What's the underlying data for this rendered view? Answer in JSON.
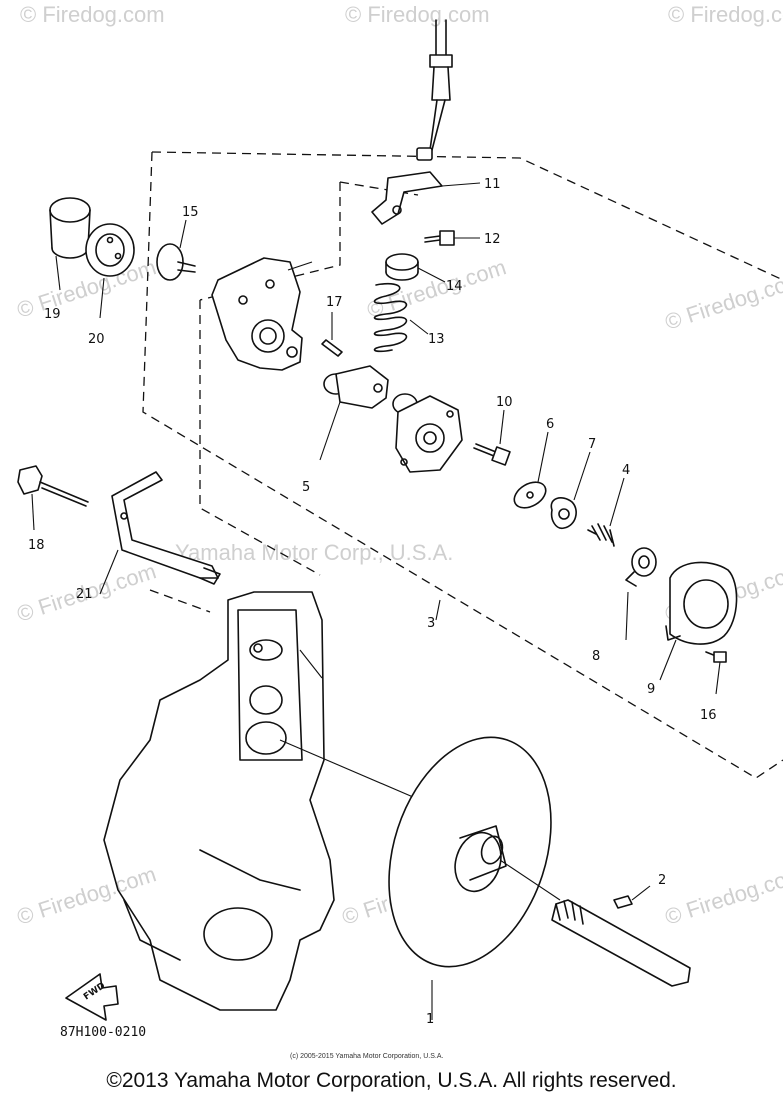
{
  "callouts": {
    "n1": "1",
    "n2": "2",
    "n3": "3",
    "n4": "4",
    "n5": "5",
    "n6": "6",
    "n7": "7",
    "n8": "8",
    "n9": "9",
    "n10": "10",
    "n11": "11",
    "n12": "12",
    "n13": "13",
    "n14": "14",
    "n15": "15",
    "n16": "16",
    "n17": "17",
    "n18": "18",
    "n19": "19",
    "n20": "20",
    "n21": "21"
  },
  "watermarks": {
    "firedog": "© Firedog.com",
    "yamaha": "Yamaha Motor Corp., U.S.A."
  },
  "fwd_label": "FWD",
  "drawing_ref": "87H100-0210",
  "small_copyright": "(c) 2005-2015 Yamaha Motor Corporation, U.S.A.",
  "copyright": "©2013 Yamaha Motor Corporation, U.S.A. All rights reserved."
}
